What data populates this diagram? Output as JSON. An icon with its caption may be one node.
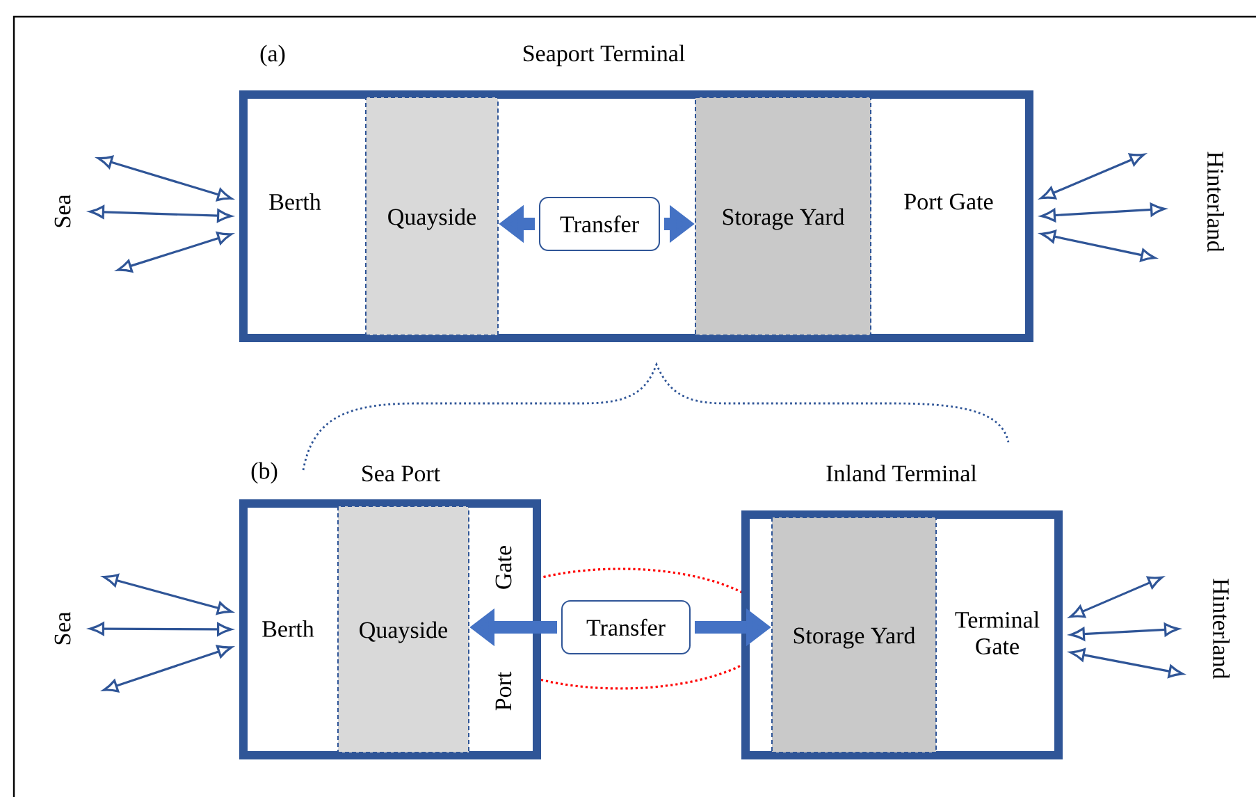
{
  "diagram": {
    "nodes": [
      {
        "text": [
          "Seaport Terminal"
        ]
      },
      {
        "text": [
          "Quayside"
        ],
        "in": 0
      },
      {
        "text": [
          "Transfer"
        ],
        "in": 0
      },
      {
        "text": [
          "Storage Yard"
        ],
        "in": 0
      },
      {
        "text": [
          "Sea Port"
        ]
      },
      {
        "text": [
          "Quayside"
        ],
        "in": 4
      },
      {
        "text": [
          "Transfer"
        ]
      },
      {
        "text": [
          "Inland Terminal"
        ]
      },
      {
        "text": [
          "Storage Yard"
        ],
        "in": 7
      }
    ],
    "edges": [
      {
        "from": 2,
        "to": 1,
        "arrow": "to",
        "style": "thick",
        "color": "#4472c4"
      },
      {
        "from": 2,
        "to": 3,
        "arrow": "to",
        "style": "thick",
        "color": "#4472c4"
      },
      {
        "from": 0,
        "to": null,
        "arrow": "both"
      },
      {
        "from": 0,
        "to": null,
        "arrow": "both"
      },
      {
        "from": 0,
        "to": null,
        "arrow": "both"
      },
      {
        "from": 0,
        "to": null,
        "arrow": "both"
      },
      {
        "from": 0,
        "to": null,
        "arrow": "both"
      },
      {
        "from": 0,
        "to": null,
        "arrow": "both"
      },
      {
        "from": 6,
        "to": 5,
        "arrow": "to",
        "style": "thick",
        "color": "#4472c4"
      },
      {
        "from": 6,
        "to": 8,
        "arrow": "to",
        "style": "thick",
        "color": "#4472c4"
      },
      {
        "from": 4,
        "to": null,
        "arrow": "both"
      },
      {
        "from": 4,
        "to": null,
        "arrow": "both"
      },
      {
        "from": 4,
        "to": null,
        "arrow": "both"
      },
      {
        "from": 7,
        "to": null,
        "arrow": "both"
      },
      {
        "from": 7,
        "to": null,
        "arrow": "both"
      },
      {
        "from": 7,
        "to": null,
        "arrow": "both"
      }
    ],
    "labels": [
      "(a)",
      "Sea",
      "Berth",
      "Port Gate",
      "Hinterland",
      "(b)",
      "Sea",
      "Berth",
      "Gate",
      "Port",
      "Terminal Gate",
      "Hinterland"
    ]
  }
}
